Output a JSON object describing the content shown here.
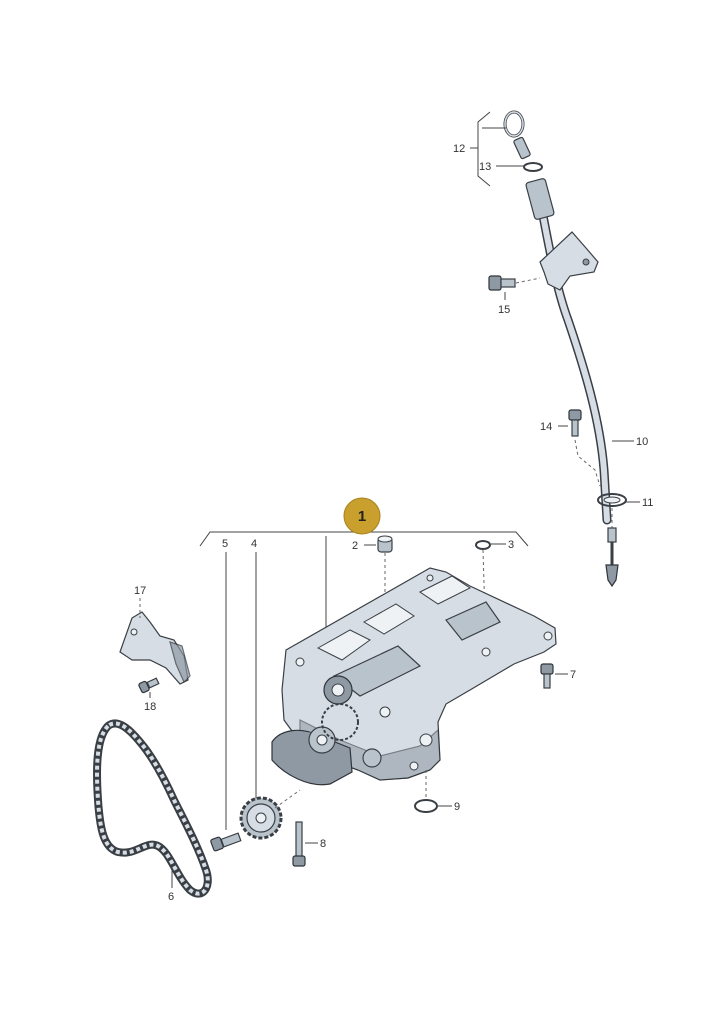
{
  "main_badge": {
    "label": "1",
    "color": "#c9a02e"
  },
  "callouts": {
    "c2": "2",
    "c3": "3",
    "c4": "4",
    "c5": "5",
    "c6": "6",
    "c7": "7",
    "c8": "8",
    "c9": "9",
    "c10": "10",
    "c11": "11",
    "c12": "12",
    "c13": "13",
    "c14": "14",
    "c15": "15",
    "c17": "17",
    "c18": "18"
  },
  "colors": {
    "part_fill": "#d6dde4",
    "part_dark": "#8e99a4",
    "outline": "#3a3f45"
  }
}
